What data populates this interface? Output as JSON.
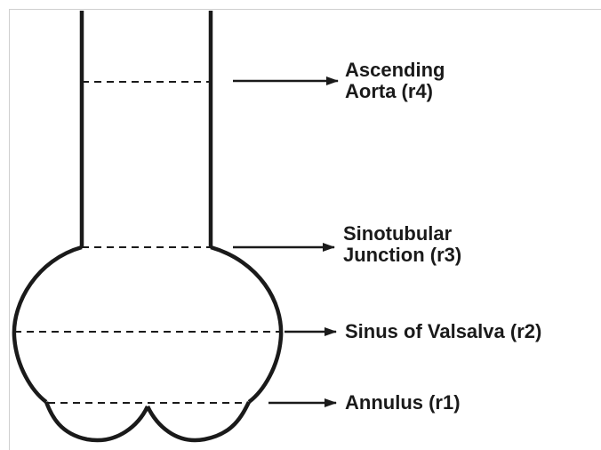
{
  "labels": {
    "ascending_aorta_line1": "Ascending",
    "ascending_aorta_line2": "Aorta (r4)",
    "sinotubular_line1": "Sinotubular",
    "sinotubular_line2": "Junction (r3)",
    "sinus_of_valsalva": "Sinus of Valsalva (r2)",
    "annulus": "Annulus (r1)"
  },
  "colors": {
    "stroke": "#1a1a1a",
    "frame": "#cfcfcf",
    "background": "#ffffff"
  }
}
